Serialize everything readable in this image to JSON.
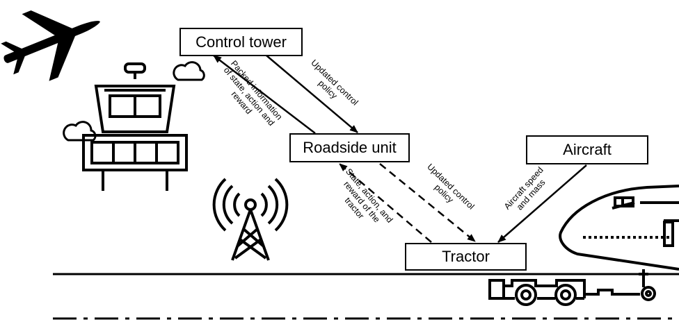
{
  "nodes": {
    "control_tower": "Control tower",
    "roadside_unit": "Roadside unit",
    "aircraft": "Aircraft",
    "tractor": "Tractor"
  },
  "edges": {
    "rsu_to_tower": "Packed information\nof state, action and\nreward",
    "tower_to_rsu": "Updated control\npolicy",
    "tractor_to_rsu": "State, action, and\nreward of the\ntractor",
    "rsu_to_tractor": "Updated control\npolicy",
    "aircraft_to_tractor": "Aircraft speed\nand mass"
  },
  "icons": {
    "airplane": "airplane-icon",
    "control_tower": "control-tower-icon",
    "cloud": "cloud-icon",
    "antenna": "antenna-tower-icon",
    "aircraft": "aircraft-nose-icon",
    "tractor": "tow-tractor-icon"
  }
}
